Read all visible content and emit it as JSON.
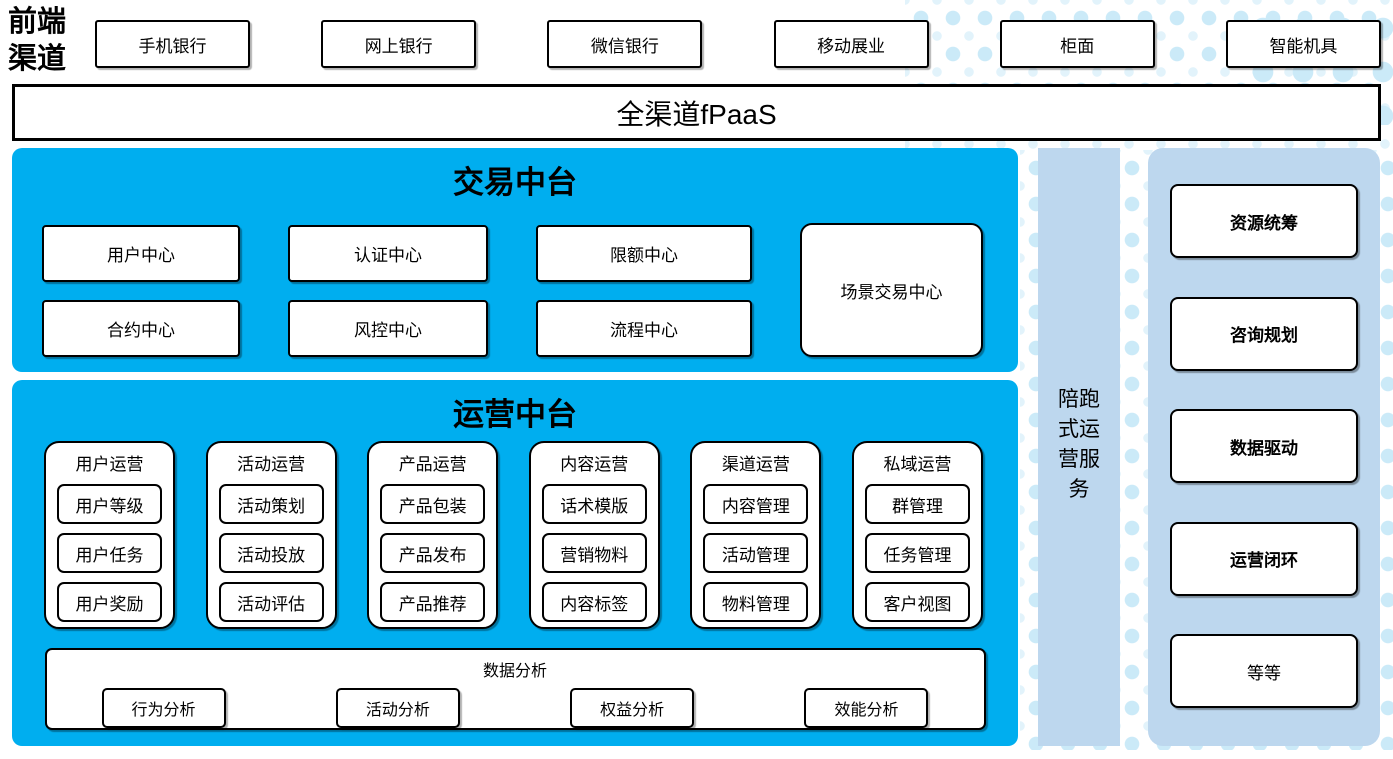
{
  "front": {
    "label_line1": "前端",
    "label_line2": "渠道"
  },
  "channels": [
    "手机银行",
    "网上银行",
    "微信银行",
    "移动展业",
    "柜面",
    "智能机具"
  ],
  "fpaas": {
    "label": "全渠道fPaaS"
  },
  "trade": {
    "title": "交易中台",
    "centers": [
      "用户中心",
      "认证中心",
      "限额中心",
      "合约中心",
      "风控中心",
      "流程中心"
    ],
    "scenario": "场景交易中心"
  },
  "ops": {
    "title": "运营中台",
    "columns": [
      {
        "title": "用户运营",
        "items": [
          "用户等级",
          "用户任务",
          "用户奖励"
        ]
      },
      {
        "title": "活动运营",
        "items": [
          "活动策划",
          "活动投放",
          "活动评估"
        ]
      },
      {
        "title": "产品运营",
        "items": [
          "产品包装",
          "产品发布",
          "产品推荐"
        ]
      },
      {
        "title": "内容运营",
        "items": [
          "话术模版",
          "营销物料",
          "内容标签"
        ]
      },
      {
        "title": "渠道运营",
        "items": [
          "内容管理",
          "活动管理",
          "物料管理"
        ]
      },
      {
        "title": "私域运营",
        "items": [
          "群管理",
          "任务管理",
          "客户视图"
        ]
      }
    ],
    "analysis": {
      "title": "数据分析",
      "items": [
        "行为分析",
        "活动分析",
        "权益分析",
        "效能分析"
      ]
    }
  },
  "sidebar": {
    "label": "陪跑式运营服务"
  },
  "right_panel": {
    "items": [
      {
        "label": "资源统筹"
      },
      {
        "label": "咨询规划"
      },
      {
        "label": "数据驱动"
      },
      {
        "label": "运营闭环"
      },
      {
        "label": "等等"
      }
    ]
  },
  "colors": {
    "accent_blue": "#00AEEF",
    "panel_blue": "#BDD7EE",
    "dot_blue": "#CBEAF8",
    "dot_blue_light": "#E2F3FB"
  }
}
